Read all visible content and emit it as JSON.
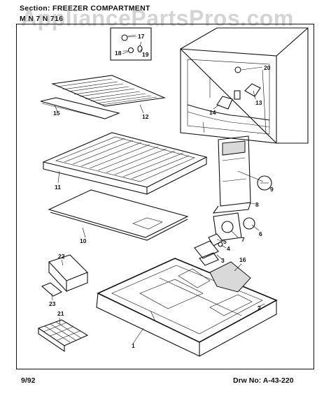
{
  "header": {
    "section_label": "Section:  FREEZER  COMPARTMENT",
    "model_label": "M        N     7        N    716",
    "watermark": "AppliancePartsPros.com"
  },
  "footer": {
    "date": "9/92",
    "drawing_number": "Drw  No:    A-43-220"
  },
  "callouts": {
    "c1": "1",
    "c2": "2",
    "c3": "3",
    "c4": "4",
    "c5": "5",
    "c6": "6",
    "c7": "7",
    "c8": "8",
    "c9": "9",
    "c10": "10",
    "c11": "11",
    "c12": "12",
    "c13": "13",
    "c14": "14",
    "c15": "15",
    "c16": "16",
    "c17": "17",
    "c18": "18",
    "c19": "19",
    "c20": "20",
    "c21": "21",
    "c22": "22",
    "c23": "23"
  }
}
